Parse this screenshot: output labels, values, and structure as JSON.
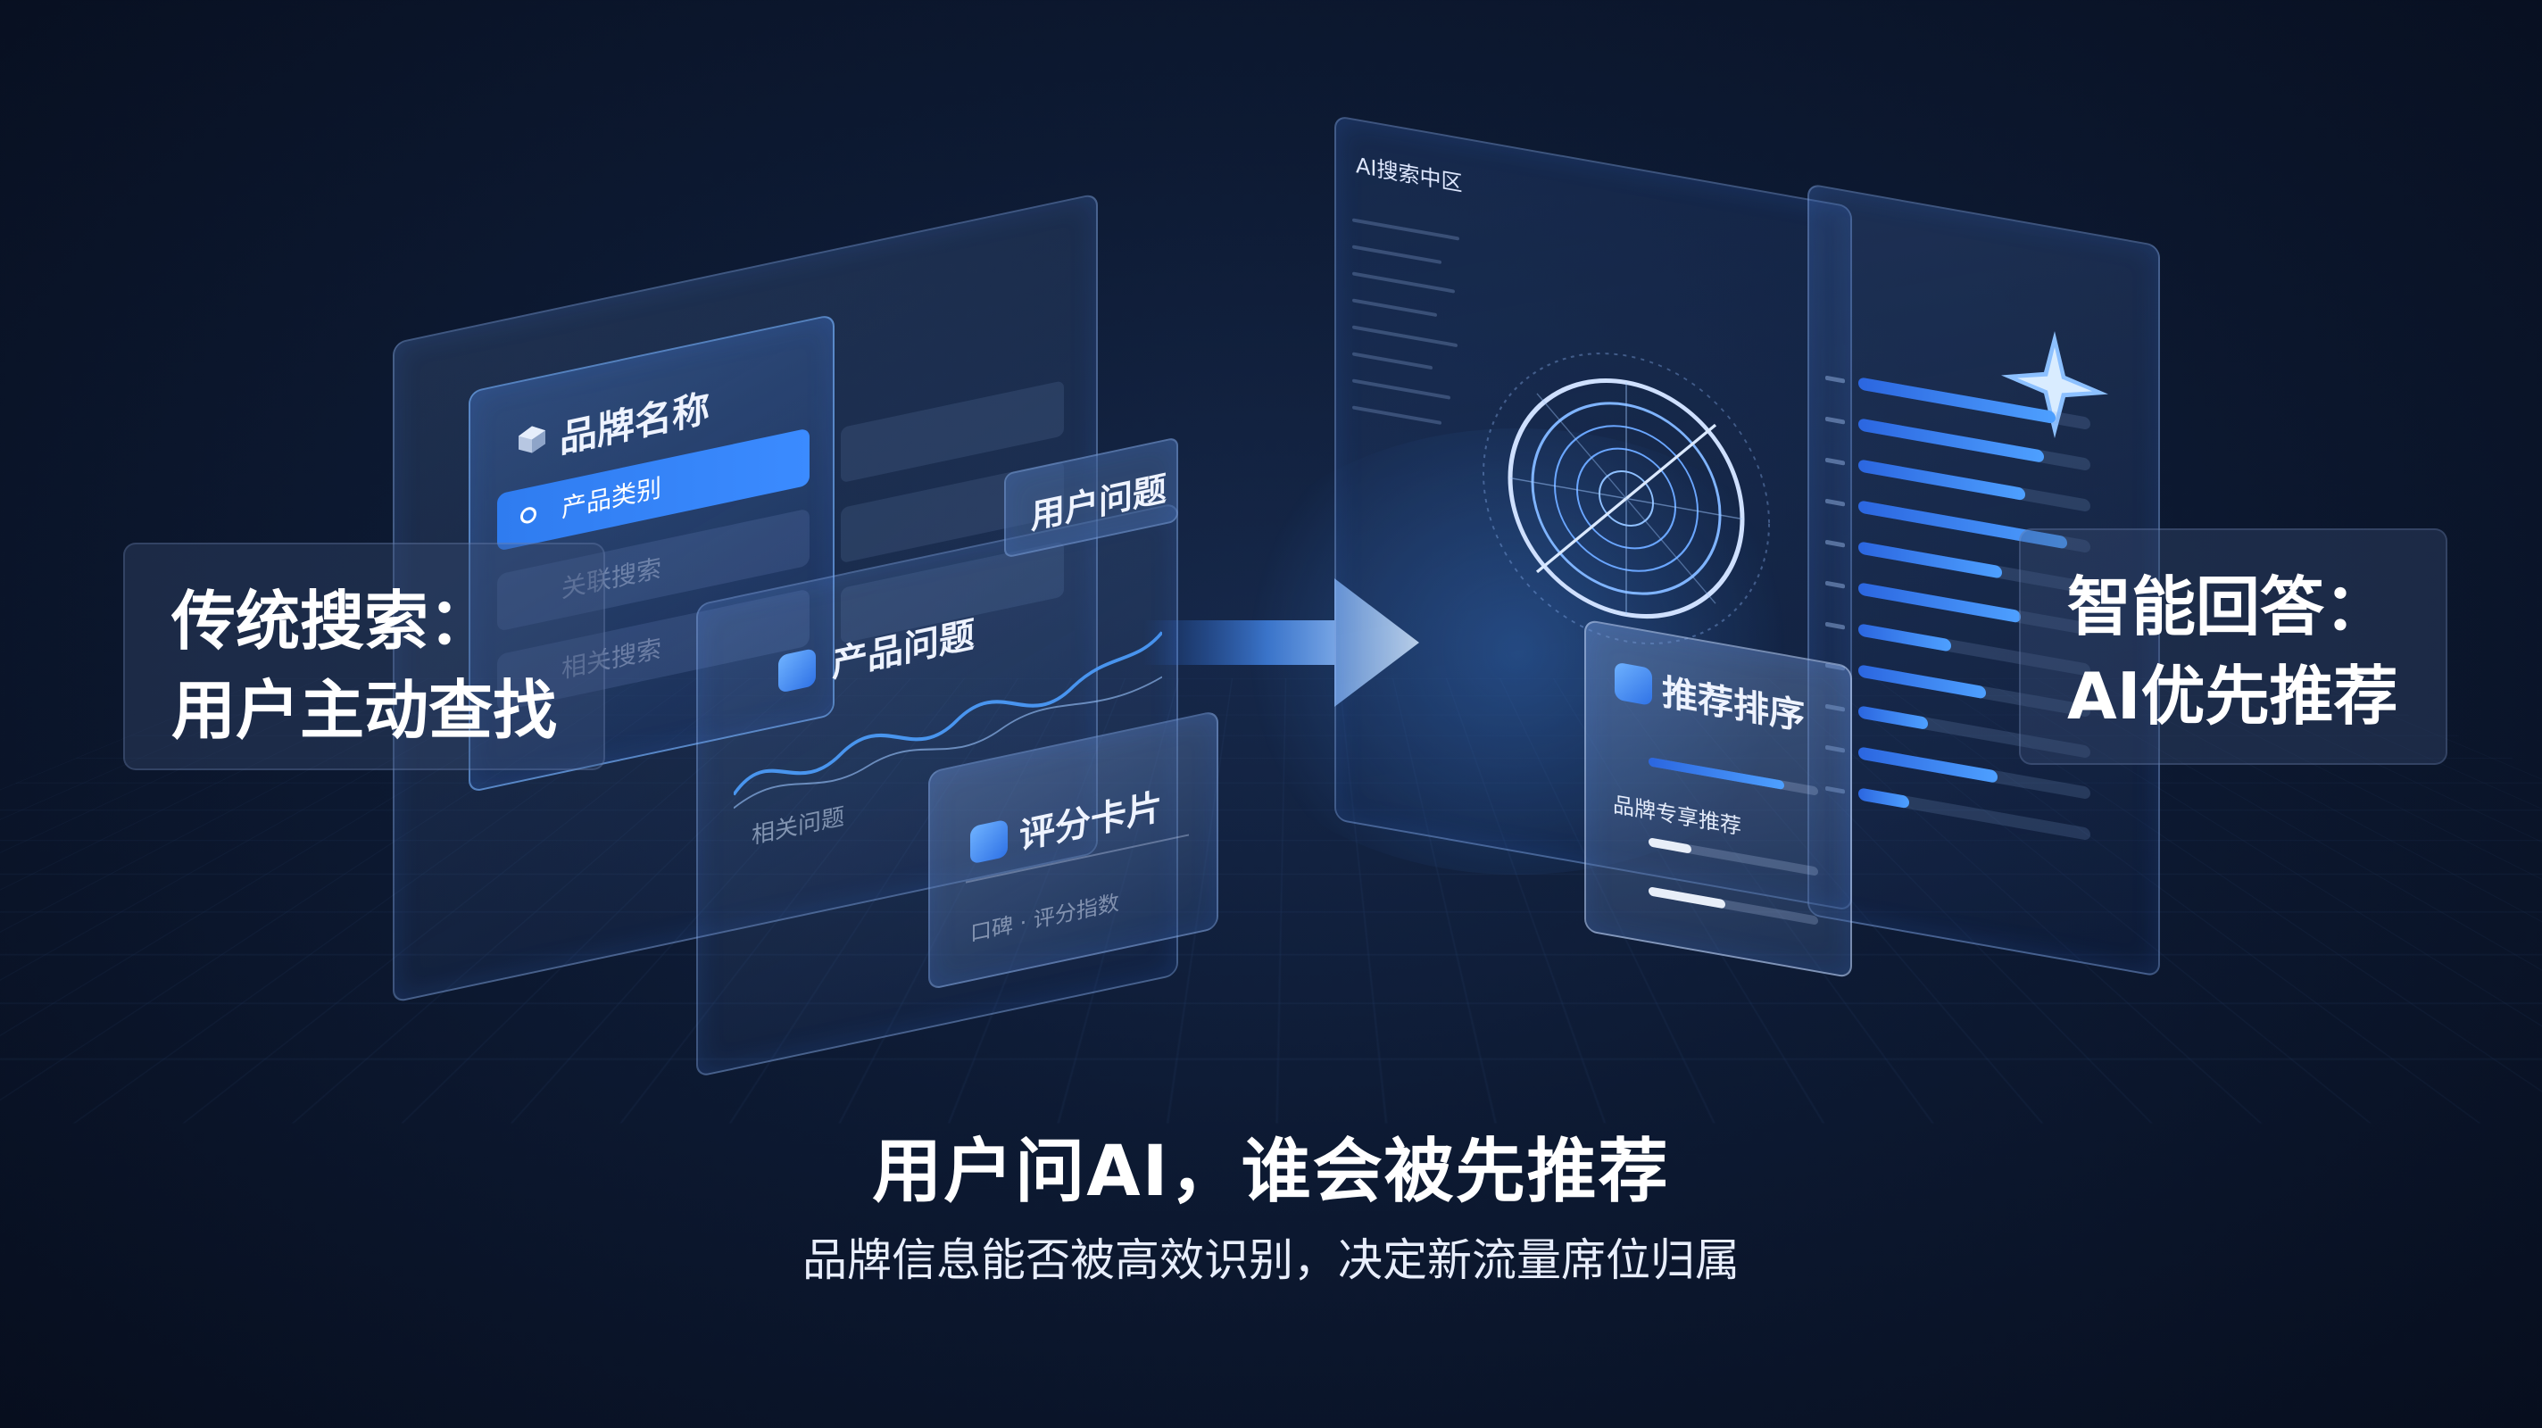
{
  "left_section": {
    "label_line1": "传统搜索：",
    "label_line2": "用户主动查找",
    "brand_card": {
      "title": "品牌名称",
      "item_active": "产品类别",
      "item_2": "关联搜索",
      "item_3": "相关搜索"
    },
    "product_card": {
      "title": "产品问题",
      "subtext": "相关问题"
    },
    "user_question_tag": "用户问题",
    "score_card": {
      "title": "评分卡片",
      "subtext": "口碑 · 评分指数"
    }
  },
  "right_section": {
    "ai_zone_title": "AI搜索中区",
    "rank_card": {
      "title": "推荐排序",
      "row_label": "品牌专享推荐"
    },
    "label_line1": "智能回答：",
    "label_line2": "AI优先推荐",
    "bar_levels": [
      0.85,
      0.8,
      0.72,
      0.9,
      0.62,
      0.7,
      0.4,
      0.55,
      0.3,
      0.6,
      0.22
    ],
    "rank_levels": [
      0.8,
      0.25,
      0.45
    ]
  },
  "footer": {
    "headline": "用户问AI，谁会被先推荐",
    "subline": "品牌信息能否被高效识别，决定新流量席位归属"
  },
  "colors": {
    "accent": "#3b8bff",
    "background": "#0d1a33"
  }
}
